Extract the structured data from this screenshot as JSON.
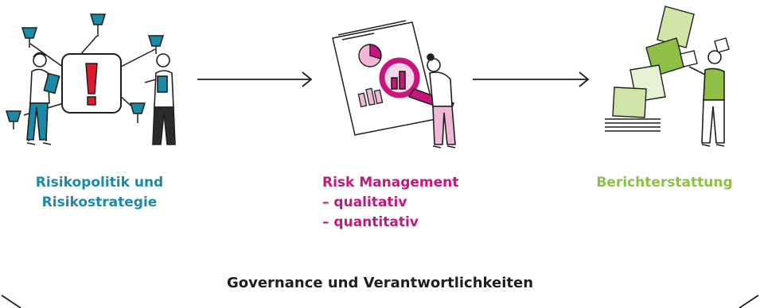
{
  "steps": [
    {
      "lines": [
        "Risikopolitik und",
        "Risikostrategie"
      ],
      "color": "#1a8aa6"
    },
    {
      "lines": [
        "Risk Management",
        "– qualitativ",
        "– quantitativ"
      ],
      "color": "#c8157e"
    },
    {
      "lines": [
        "Berichterstattung"
      ],
      "color": "#8fbf46"
    }
  ],
  "footer": "Governance und Verantwortlichkeiten",
  "colors": {
    "teal": "#1a8aa6",
    "magenta": "#c8157e",
    "green": "#8fbf46",
    "ink": "#1f1f1f",
    "warning": "#e0182d"
  }
}
